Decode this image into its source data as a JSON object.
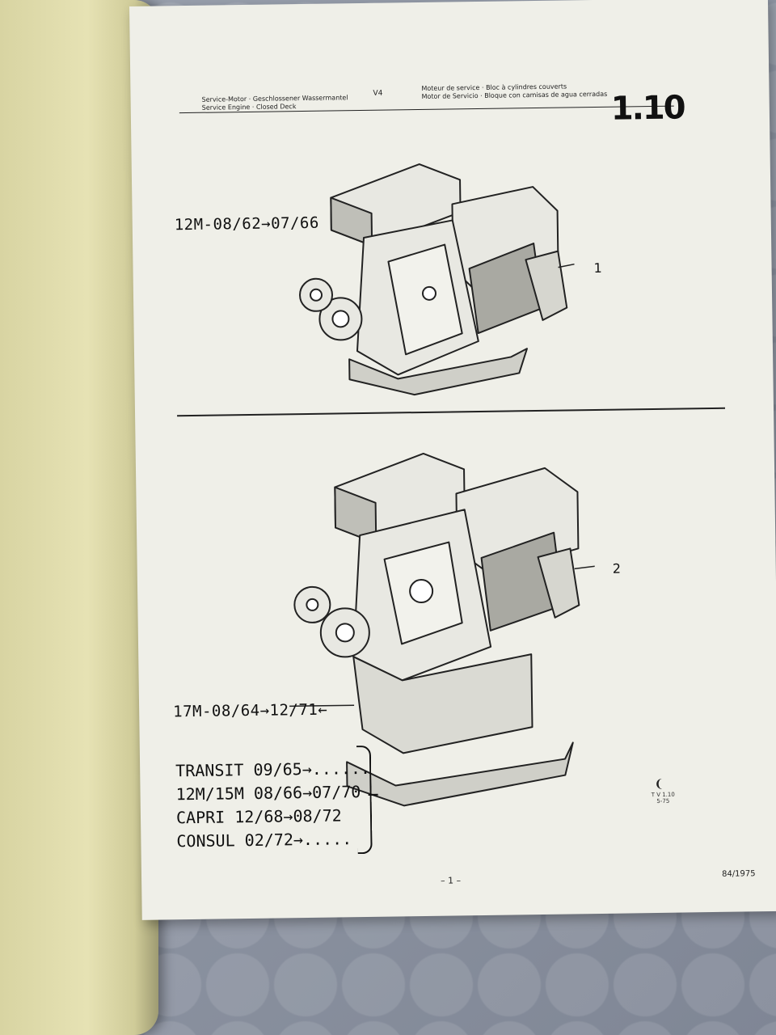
{
  "header": {
    "german": "Service-Motor · Geschlossener Wassermantel",
    "english": "Service Engine · Closed Deck",
    "engine_type": "V4",
    "french": "Moteur de service · Bloc à cylindres couverts",
    "spanish": "Motor de Servicio · Bloque con camisas de agua cerradas",
    "section_number": "1.10"
  },
  "figures": [
    {
      "label": "12M-08/62→07/66",
      "callout": "1"
    },
    {
      "label": "17M-08/64→12/71←",
      "callout": "2"
    }
  ],
  "applications": [
    "TRANSIT 09/65→......",
    "12M/15M 08/66→07/70",
    "CAPRI   12/68→08/72",
    "CONSUL  02/72→....."
  ],
  "stamp": {
    "logo_icon": "ford-script-icon",
    "line1": "T V  1.10",
    "line2": "5-75"
  },
  "footer": {
    "page": "– 1 –",
    "code": "84/1975"
  }
}
